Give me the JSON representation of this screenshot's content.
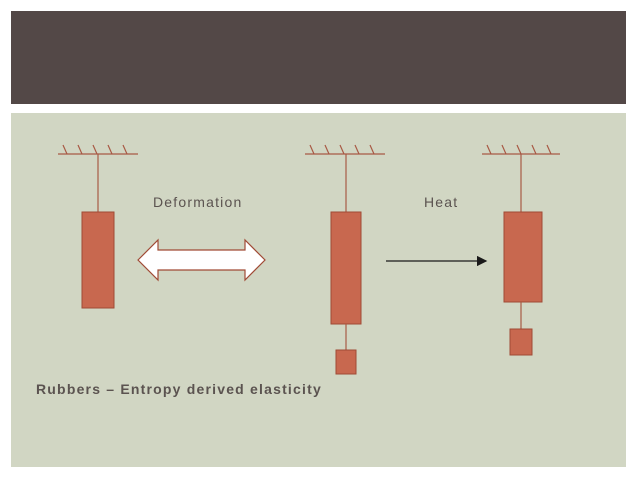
{
  "slide": {
    "header_color": "#534847",
    "panel_color": "#d1d6c3",
    "text_color": "#5b5350",
    "rubber_color": "#c8684f",
    "rubber_stroke": "#a04a35",
    "support_color": "#a85a45"
  },
  "labels": {
    "deformation": "Deformation",
    "heat": "Heat",
    "caption": "Rubbers – Entropy derived elasticity"
  },
  "icons": {
    "double_arrow": "double-headed-arrow",
    "right_arrow": "right-arrow",
    "support": "fixed-support-hatching"
  }
}
